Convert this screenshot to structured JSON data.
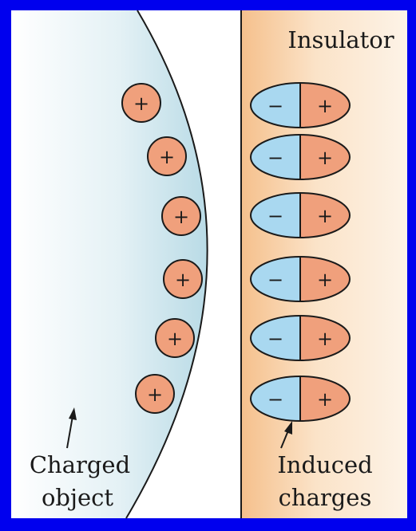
{
  "labels": {
    "insulator": "Insulator",
    "charged_object_line1": "Charged",
    "charged_object_line2": "object",
    "induced_line1": "Induced",
    "induced_line2": "charges"
  },
  "symbols": {
    "positive": "+",
    "negative": "−"
  },
  "counts": {
    "object_positive_charges": 6,
    "induced_dipoles": 6
  },
  "colors": {
    "frame_border": "#0000ee",
    "positive_charge_fill": "#f0a07c",
    "negative_charge_fill": "#a9d8f0",
    "insulator_fill": "#f7cfa2",
    "charged_object_fill": "#c5e3ea",
    "outline": "#1a1a1a"
  }
}
